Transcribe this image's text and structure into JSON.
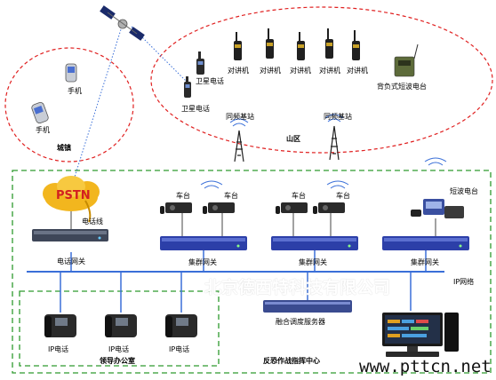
{
  "town": {
    "label": "城镇",
    "phone_label": "手机"
  },
  "mountain": {
    "label": "山区",
    "sat_phone_label": "卫星电话",
    "walkie_label": "对讲机",
    "backpack_label": "背负式短波电台",
    "base_station_label": "同频基站"
  },
  "network": {
    "pstn": "PSTN",
    "phone_line": "电话线",
    "phone_gateway": "电话网关",
    "car_radio": "车台",
    "cluster_gateway": "集群网关",
    "shortwave": "短波电台",
    "ip_network": "IP网络",
    "ip_phone": "IP电话",
    "office": "领导办公室",
    "fusion_server": "融合调度服务器",
    "command_center": "反恐作战指挥中心"
  },
  "watermark": "北京德西特科技有限公司",
  "website": "www.pttcn.net",
  "colors": {
    "dash_red": "#e02020",
    "dash_green": "#2e9a2e",
    "ip_line": "#3a6fd8",
    "device": "#2c3fa8"
  }
}
